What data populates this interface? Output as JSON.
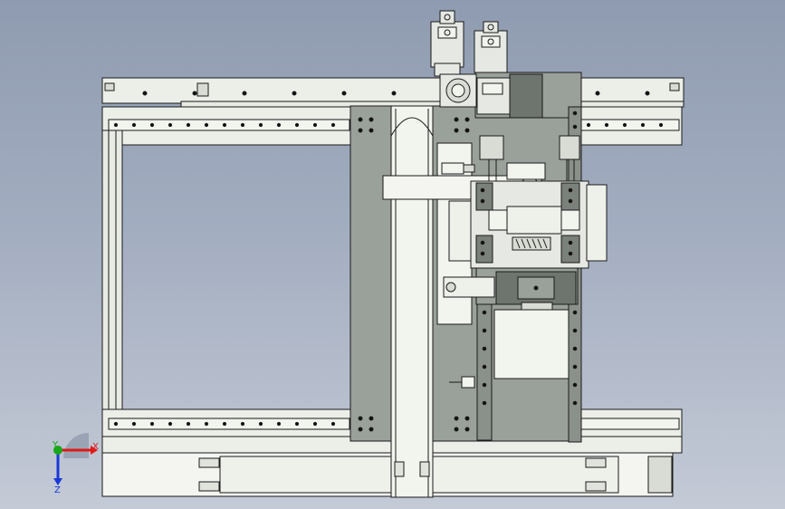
{
  "viewport": {
    "background_top": "#8f9bb0",
    "background_bottom": "#c4cad6"
  },
  "model": {
    "part_colors": {
      "frame": "#ecefe8",
      "plate": "#9aa19a",
      "plate_dark": "#6e746e",
      "belt": "#f2f4ee",
      "motor": "#e6e9e3",
      "outline": "#1a1a1a",
      "hole": "#111111"
    },
    "components": [
      "top-linear-rail",
      "bottom-linear-rail",
      "left-vertical-column",
      "base-beam",
      "gantry-left-plate",
      "belt-column",
      "carriage-plate",
      "motor-left",
      "motor-right",
      "gearbox",
      "end-effector-assembly",
      "cylinder-left",
      "cylinder-bottom"
    ]
  },
  "triad": {
    "x_label": "X",
    "y_label": "Y",
    "z_label": "Z",
    "x_color": "#e01818",
    "y_color": "#18a818",
    "z_color": "#1838d8"
  }
}
